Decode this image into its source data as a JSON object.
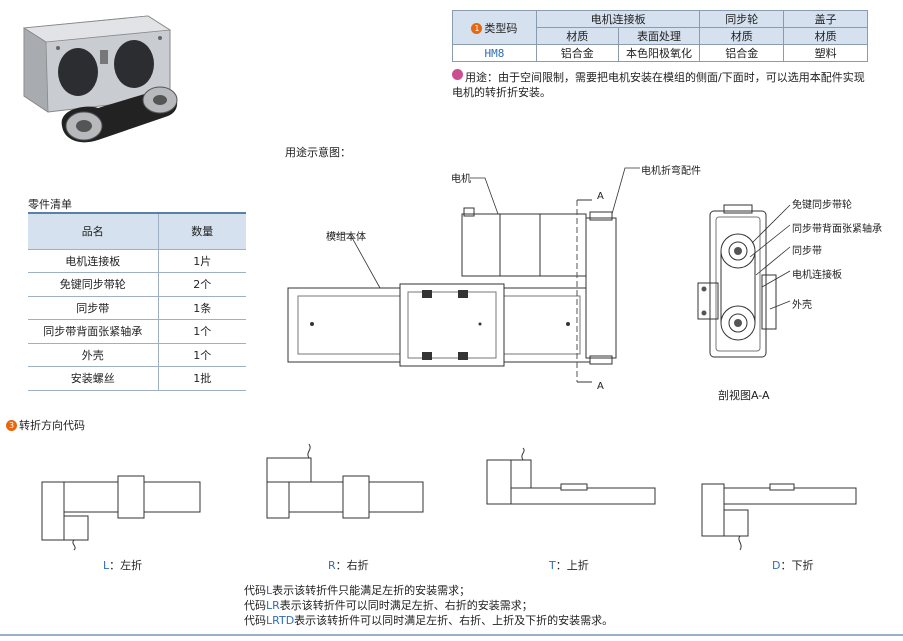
{
  "spec_table": {
    "type_code_label": "类型码",
    "col_headers": [
      "电机连接板",
      "同步轮",
      "盖子"
    ],
    "sub_headers": [
      "材质",
      "表面处理",
      "材质",
      "材质"
    ],
    "row": {
      "code": "HM8",
      "values": [
        "铝合金",
        "本色阳极氧化",
        "铝合金",
        "塑料"
      ]
    }
  },
  "usage": {
    "label": "用途：",
    "text": "由于空间限制，需要把电机安装在模组的侧面/下面时，可以选用本配件实现电机的转折折安装。"
  },
  "diagram": {
    "title": "用途示意图：",
    "labels": {
      "motor": "电机",
      "bracket": "电机折弯配件",
      "module_body": "模组本体",
      "section_mark": "A",
      "section_caption": "剖视图A-A",
      "pulley": "免键同步带轮",
      "tension_bearing": "同步带背面张紧轴承",
      "belt": "同步带",
      "plate": "电机连接板",
      "shell": "外壳"
    }
  },
  "parts": {
    "title": "零件清单",
    "headers": [
      "品名",
      "数量"
    ],
    "rows": [
      [
        "电机连接板",
        "1片"
      ],
      [
        "免键同步带轮",
        "2个"
      ],
      [
        "同步带",
        "1条"
      ],
      [
        "同步带背面张紧轴承",
        "1个"
      ],
      [
        "外壳",
        "1个"
      ],
      [
        "安装螺丝",
        "1批"
      ]
    ]
  },
  "section3": {
    "number": "3",
    "title": "转折方向代码"
  },
  "codes": [
    {
      "letter": "L",
      "text": "：左折"
    },
    {
      "letter": "R",
      "text": "：右折"
    },
    {
      "letter": "T",
      "text": "：上折"
    },
    {
      "letter": "D",
      "text": "：下折"
    }
  ],
  "notes": [
    {
      "pre": "代码",
      "code": "L",
      "post": "表示该转折件只能满足左折的安装需求；"
    },
    {
      "pre": "代码",
      "code": "LR",
      "post": "表示该转折件可以同时满足左折、右折的安装需求；"
    },
    {
      "pre": "代码",
      "code": "LRTD",
      "post": "表示该转折件可以同时满足左折、右折、上折及下折的安装需求。"
    }
  ]
}
